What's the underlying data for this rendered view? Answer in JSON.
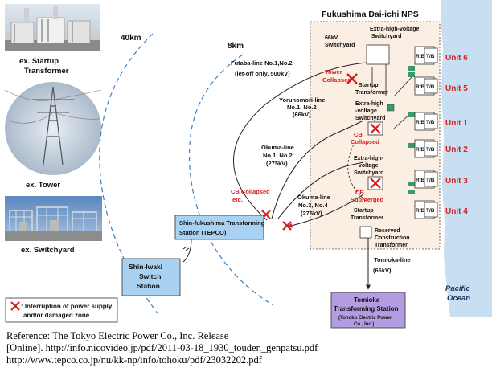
{
  "title": "Fukushima Dai-ichi NPS",
  "distances": {
    "far": "40km",
    "near": "8km"
  },
  "examples": {
    "startup_transformer": [
      "ex. Startup",
      "Transformer"
    ],
    "tower": "ex. Tower",
    "switchyard": "ex. Switchyard"
  },
  "plant": {
    "switchyard_66kv": [
      "66kV",
      "Switchyard"
    ],
    "ehv_switchyard_top": [
      "Extra-high-voltage",
      "Switchyard"
    ],
    "tower_collapsed": [
      "Tower",
      "Collapsed"
    ],
    "startup_transformer_top": [
      "Startup",
      "Transformer"
    ],
    "ehv_switchyard_mid": [
      "Extra-high",
      "-voltage",
      "Switchyard"
    ],
    "cb_collapsed": [
      "CB",
      "Collapsed"
    ],
    "ehv_switchyard_low": [
      "Extra-high-",
      "voltage",
      "Switchyard"
    ],
    "cb_submerged": [
      "CB",
      "Submerged"
    ],
    "startup_transformer_low": [
      "Startup",
      "Transformer"
    ],
    "reserved_transformer": [
      "Reserved",
      "Construction",
      "Transformer"
    ],
    "rb": "R/B",
    "tb": "T/B"
  },
  "units": [
    "Unit 6",
    "Unit 5",
    "Unit 1",
    "Unit 2",
    "Unit 3",
    "Unit 4"
  ],
  "lines": {
    "futaba": [
      "Futaba-line No.1,No.2",
      "(let-off only, 500kV)"
    ],
    "yorunomori": [
      "Yorunomori-line",
      "No.1, No.2",
      "(66kV)"
    ],
    "okuma12": [
      "Okuma-line",
      "No.1, No.2",
      "(275kV)"
    ],
    "okuma34": [
      "Okuma-line",
      "No.3, No.4",
      "(275kV)"
    ],
    "tomioka": "Tomioka-line",
    "tomioka_kv": "(66kV)"
  },
  "cb_collapsed_etc": [
    "CB Collapsed",
    "etc."
  ],
  "stations": {
    "shin_fukushima": [
      "Shin-fukushima Transforming",
      "Station (TEPCO)"
    ],
    "shin_iwaki": [
      "Shin-Iwaki",
      "Switch",
      "Station"
    ],
    "tomioka": [
      "Tomioka",
      "Transforming Station"
    ],
    "tomioka_sub": [
      "(Tohoku Electric Power",
      "Co., Inc.)"
    ]
  },
  "ocean": [
    "Pacific",
    "Ocean"
  ],
  "legend": [
    ": Interruption of power supply",
    "and/or damaged zone"
  ],
  "reference": [
    "Reference: The Tokyo Electric Power Co., Inc. Release",
    "[Online]. http://info.nicovideo.jp/pdf/2011-03-18_1930_touden_genpatsu.pdf",
    "http://www.tepco.co.jp/nu/kk-np/info/tohoku/pdf/23032202.pdf"
  ],
  "colors": {
    "red": "#d42020",
    "station_blue": "#a9d1f2",
    "tomioka_purple": "#b49ce0",
    "plant_bg": "#fbeee2",
    "sea": "#c7dff0",
    "equipment_green": "#3a9a6a"
  }
}
